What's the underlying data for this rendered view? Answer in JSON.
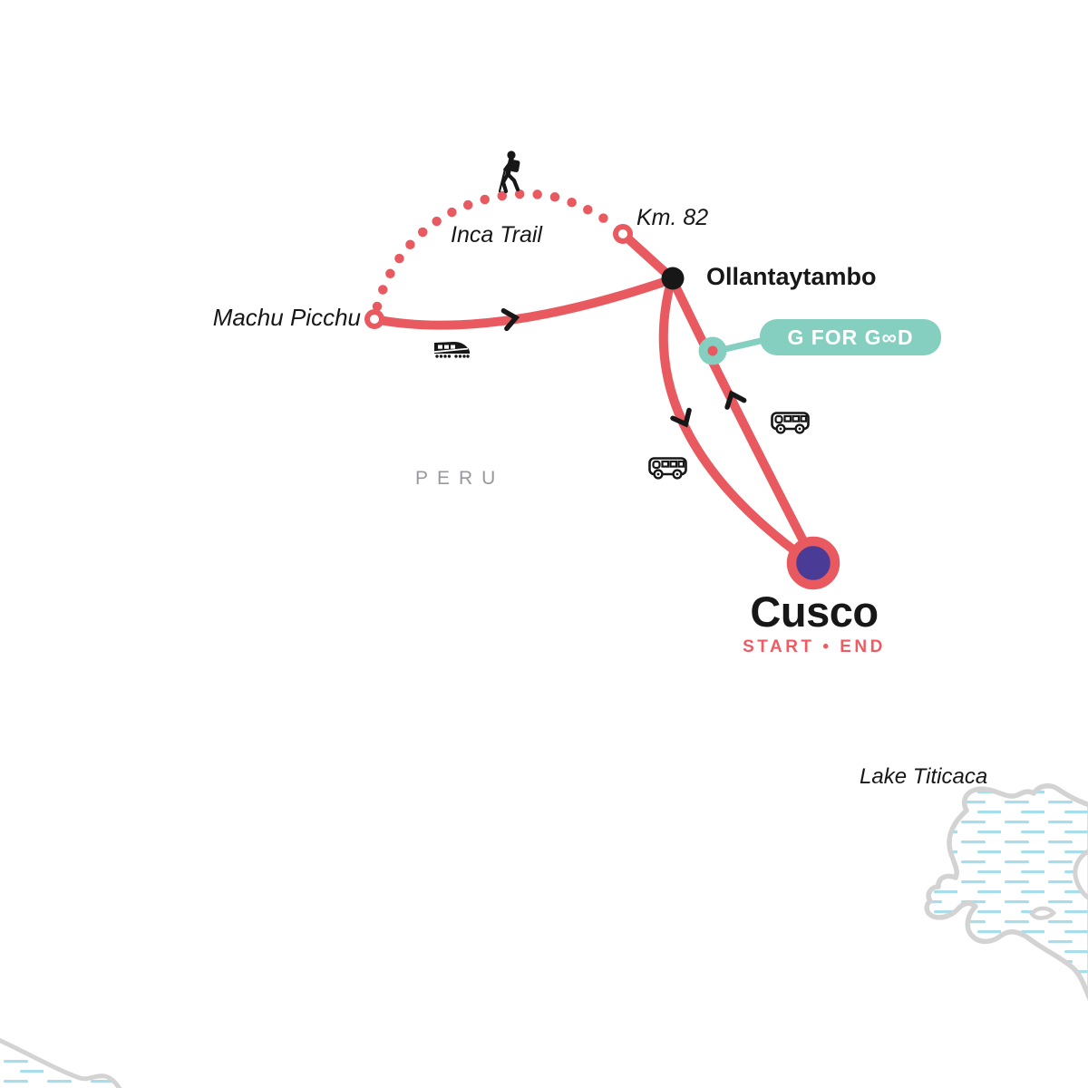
{
  "title": "Peru tour itinerary map",
  "country": {
    "label": "PERU"
  },
  "lake": {
    "label": "Lake Titicaca"
  },
  "trail": {
    "label": "Inca Trail"
  },
  "badge": {
    "label": "G FOR GOOD",
    "label_display": "G FOR G∞D"
  },
  "locations": {
    "cusco": {
      "name": "Cusco",
      "subtitle": "START • END",
      "marker": "start-end-ring"
    },
    "ollantaytambo": {
      "name": "Ollantaytambo",
      "marker": "stop-dot"
    },
    "km82": {
      "name": "Km. 82",
      "marker": "waypoint-ring"
    },
    "machu_picchu": {
      "name": "Machu Picchu",
      "marker": "waypoint-ring"
    }
  },
  "routes": [
    {
      "from": "Cusco",
      "to": "Ollantaytambo",
      "mode": "bus",
      "style": "solid"
    },
    {
      "from": "Ollantaytambo",
      "to": "Cusco",
      "mode": "bus",
      "style": "solid"
    },
    {
      "from": "Km. 82",
      "to": "Ollantaytambo",
      "mode": "",
      "style": "solid"
    },
    {
      "from": "Machu Picchu",
      "to": "Ollantaytambo",
      "mode": "train",
      "style": "solid"
    },
    {
      "from": "Km. 82",
      "to": "Machu Picchu",
      "mode": "hike",
      "style": "dotted",
      "label": "Inca Trail"
    }
  ],
  "icons": [
    "hiker-icon",
    "train-icon",
    "bus-icon",
    "bus-icon",
    "direction-chevron",
    "direction-chevron",
    "direction-chevron"
  ],
  "colors": {
    "route_red": "#E85A60",
    "marker_purple": "#4A3B96",
    "badge_teal": "#85CFC1",
    "label_black": "#171717",
    "country_gray": "#98989F",
    "start_end_red": "#EE5B63",
    "lake_outline_gray": "#D3D3D3",
    "water_blue": "#A9DDE9"
  }
}
